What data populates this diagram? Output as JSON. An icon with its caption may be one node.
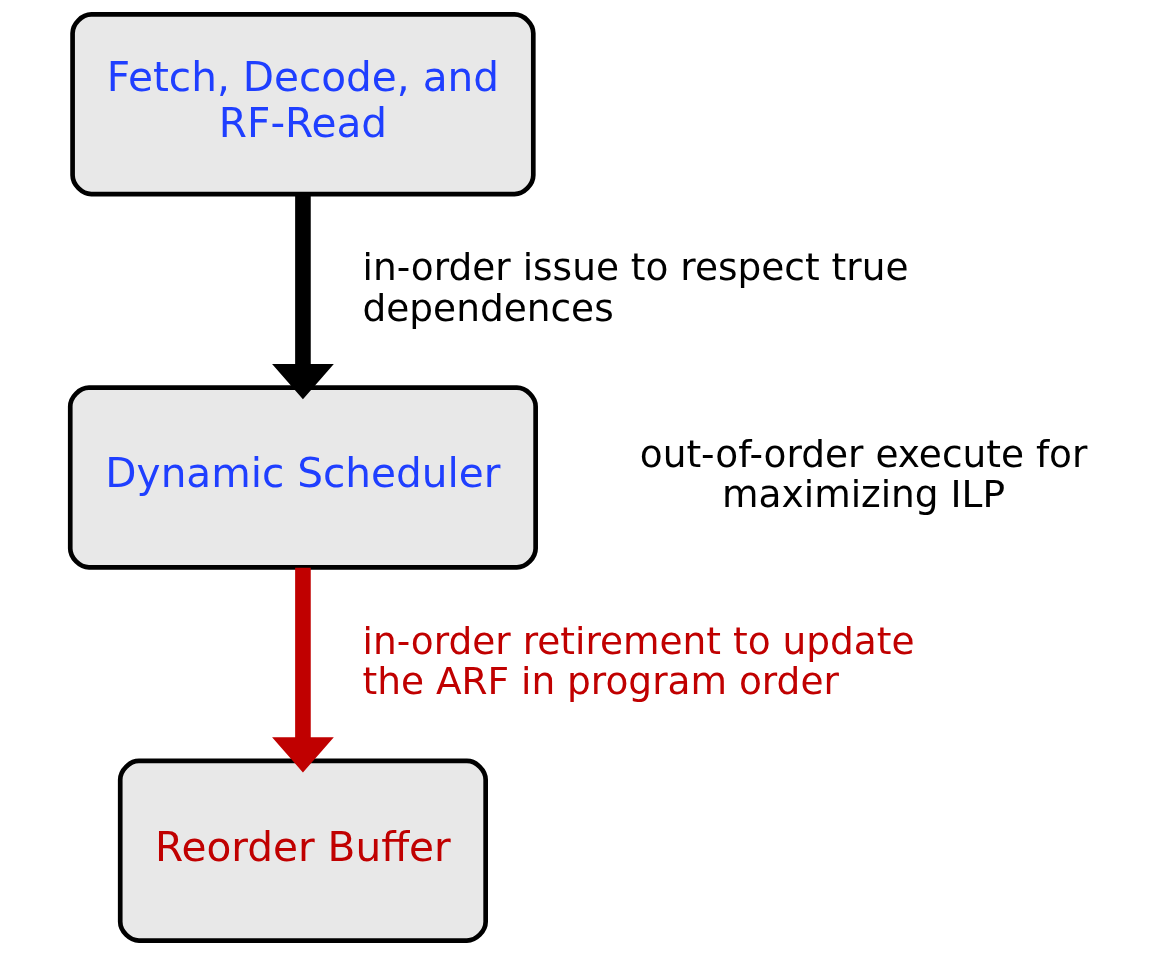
{
  "diagram": {
    "nodes": [
      {
        "text": [
          "Fetch, Decode, and RF-Read"
        ]
      },
      {
        "text": [
          "Dynamic Scheduler"
        ],
        "beside": [
          "out-of-order execute for maximizing ILP"
        ]
      },
      {
        "text": [
          "Reorder Buffer"
        ]
      }
    ],
    "edges": [
      {
        "from": 0,
        "to": 1,
        "arrow": "to",
        "label": "in-order issue to respect true dependences"
      },
      {
        "from": 1,
        "to": 2,
        "arrow": "to",
        "label": "in-order retirement to update the ARF in program order",
        "color": "#c00000"
      }
    ]
  }
}
